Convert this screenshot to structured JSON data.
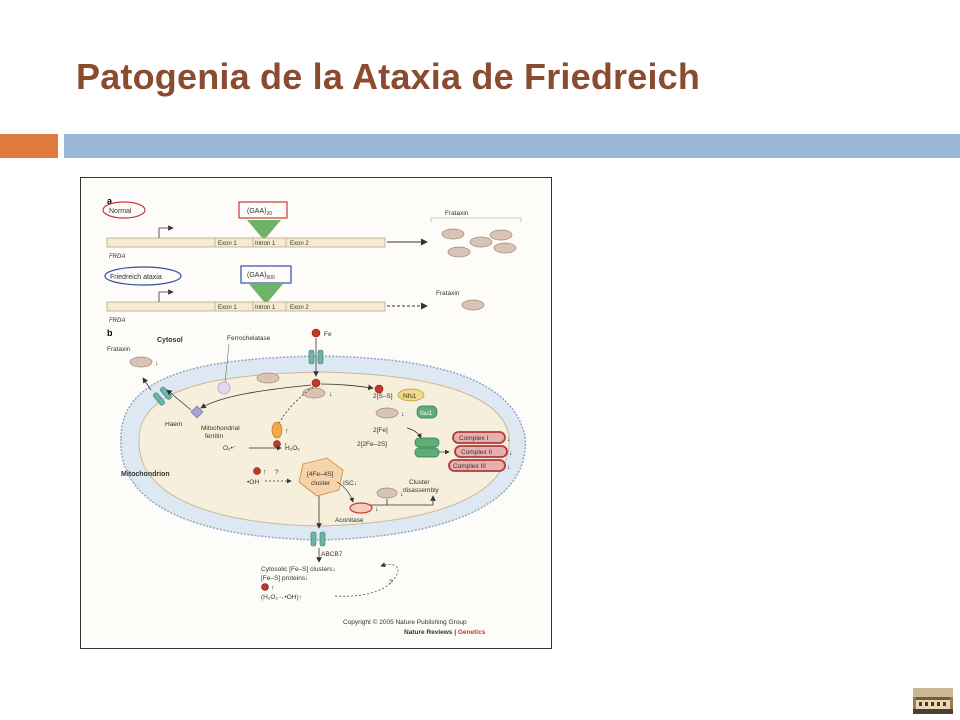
{
  "slide": {
    "title": "Patogenia de la Ataxia de Friedreich"
  },
  "figure": {
    "panel_a": {
      "label": "a",
      "normal": {
        "label": "Normal",
        "repeat_base": "(GAA)",
        "repeat_sub": "20",
        "exons": [
          "Exon 1",
          "Intron 1",
          "Exon 2"
        ],
        "gene": "FRDA",
        "protein_label": "Frataxin"
      },
      "disease": {
        "label": "Friedreich ataxia",
        "repeat_base": "(GAA)",
        "repeat_sub": "500",
        "exons": [
          "Exon 1",
          "Intron 1",
          "Exon 2"
        ],
        "gene": "FRDA",
        "protein_label": "Frataxin"
      }
    },
    "panel_b": {
      "label": "b",
      "cytosol": "Cytosol",
      "frataxin": "Frataxin",
      "ferrochelatase": "Ferrochelatase",
      "fe": "Fe",
      "haem": "Haem",
      "mito_ferritin_1": "Mitochondrial",
      "mito_ferritin_2": "ferritin",
      "o2": "O₂•⁻",
      "h2o2": "H₂O₂",
      "mitochondrion": "Mitochondrion",
      "oh": "•OH",
      "question": "?",
      "cluster_1": "[4Fe–4S]",
      "cluster_2": "cluster",
      "isc": "ISC↓",
      "s_s": "2[S–S]",
      "nfs1": "Nfs1",
      "isu": "Isu1",
      "two_fe": "2[Fe]",
      "two_fe_2s": "2[2Fe–2S]",
      "complex_1": "Complex I",
      "complex_2": "Complex II",
      "complex_3": "Complex III",
      "cluster_dis_1": "Cluster",
      "cluster_dis_2": "disassembly",
      "aconitase": "Aconitase",
      "abcb7": "ABCB7",
      "cyto_line_1": "Cytosolic [Fe–S] clusters↓",
      "cyto_line_2": "[Fe–S] proteins↓",
      "cyto_line_3": "(H₂O₂→•OH)↑",
      "question_2": "?"
    },
    "copyright": "Copyright © 2005 Nature Publishing Group",
    "journal_left": "Nature Reviews",
    "journal_sep": " | ",
    "journal_right": "Genetics"
  },
  "colors": {
    "title": "#8a4b2e",
    "orange_bar": "#e07a3c",
    "blue_bar": "#9ab6d8",
    "mito_fill": "#dde8f3",
    "matrix_fill": "#f6efdc",
    "triangle": "#6fb36a",
    "protein": "#d9c3b5"
  }
}
